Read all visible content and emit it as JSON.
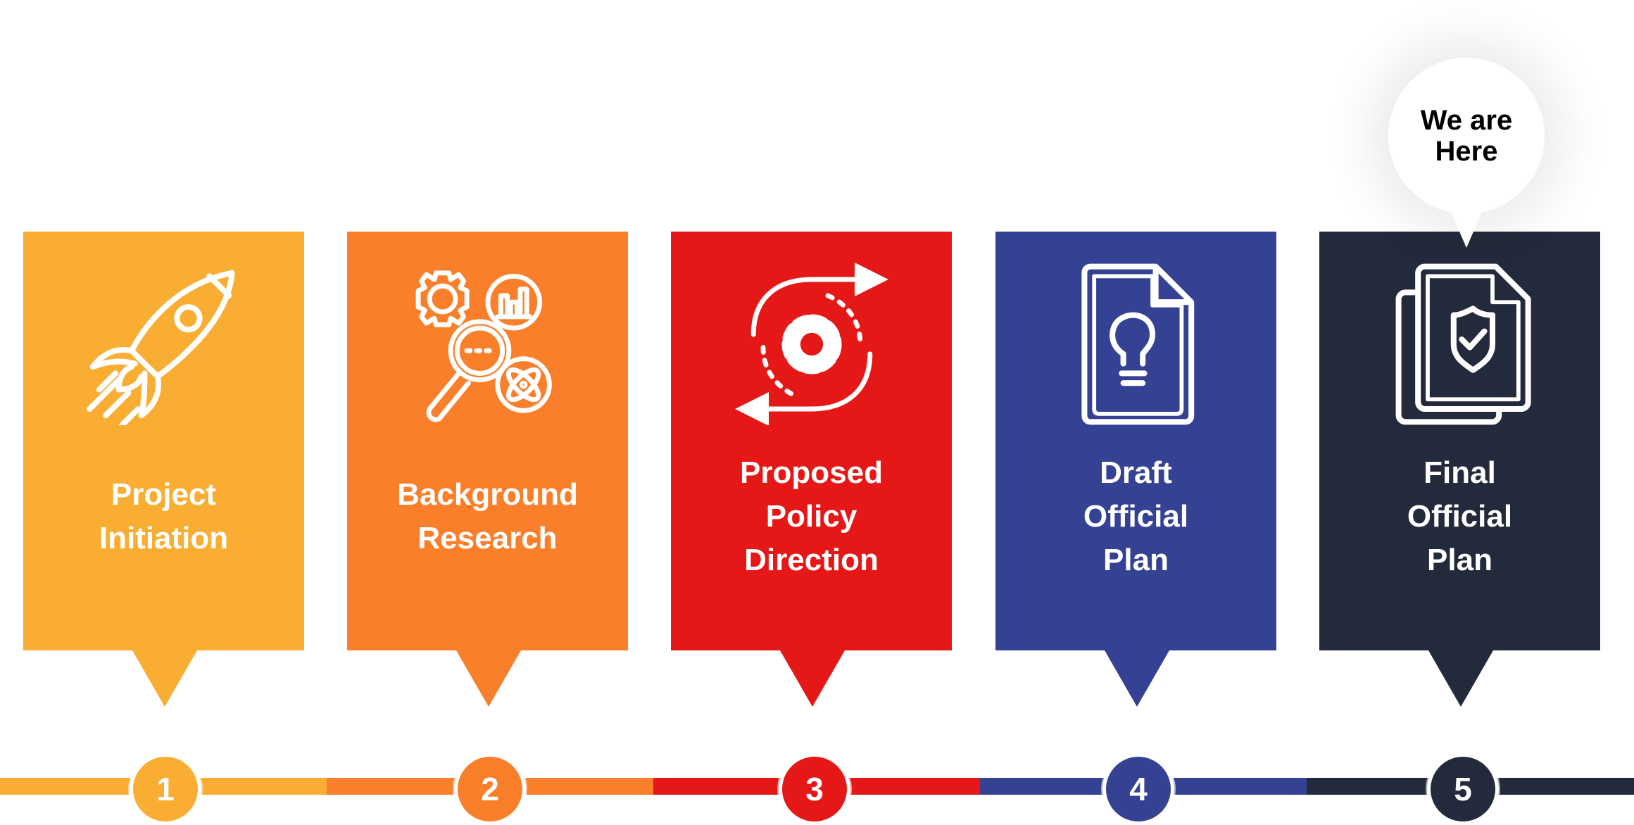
{
  "colors": {
    "step1": "#F9AE33",
    "step2": "#FA7F2A",
    "step3": "#E51717",
    "step4": "#354293",
    "step5": "#232A3B"
  },
  "marker": {
    "line1": "We are",
    "line2": "Here"
  },
  "steps": [
    {
      "number": "1",
      "lines": [
        "Project",
        "Initiation"
      ],
      "icon": "rocket-icon"
    },
    {
      "number": "2",
      "lines": [
        "Background",
        "Research"
      ],
      "icon": "research-icon"
    },
    {
      "number": "3",
      "lines": [
        "Proposed",
        "Policy",
        "Direction"
      ],
      "icon": "cycle-gear-icon"
    },
    {
      "number": "4",
      "lines": [
        "Draft",
        "Official",
        "Plan"
      ],
      "icon": "document-lightbulb-icon"
    },
    {
      "number": "5",
      "lines": [
        "Final",
        "Official",
        "Plan"
      ],
      "icon": "documents-shield-icon"
    }
  ]
}
